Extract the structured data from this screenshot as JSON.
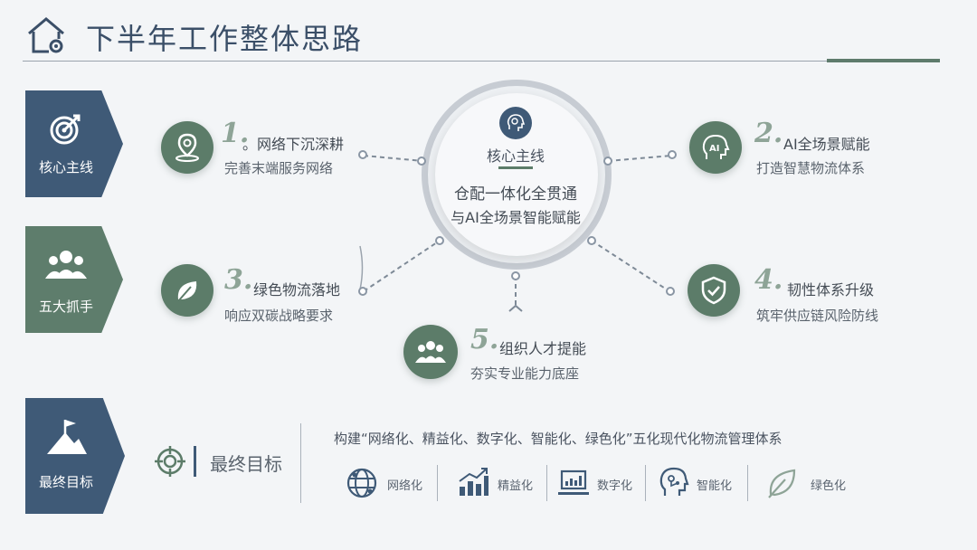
{
  "header": {
    "title": "下半年工作整体思路"
  },
  "sidebar": {
    "tabs": [
      {
        "label": "核心主线",
        "color": "#3f5a77"
      },
      {
        "label": "五大抓手",
        "color": "#5e7d6c"
      },
      {
        "label": "最终目标",
        "color": "#3f5a77"
      }
    ]
  },
  "center": {
    "title": "核心主线",
    "line1": "仓配一体化全贯通",
    "line2": "与AI全场景智能赋能"
  },
  "items": [
    {
      "num": "1.",
      "title": "。网络下沉深耕",
      "sub": "完善末端服务网络",
      "icon": "location-pin-icon"
    },
    {
      "num": "2.",
      "title": "AI全场景赋能",
      "sub": "打造智慧物流体系",
      "icon": "ai-head-icon"
    },
    {
      "num": "3.",
      "title": "绿色物流落地",
      "sub": "响应双碳战略要求",
      "icon": "leaf-icon"
    },
    {
      "num": "4.",
      "title": "韧性体系升级",
      "sub": "筑牢供应链风险防线",
      "icon": "shield-check-icon"
    },
    {
      "num": "5.",
      "title": "组织人才提能",
      "sub": "夯实专业能力底座",
      "icon": "team-icon"
    }
  ],
  "goal": {
    "label": "最终目标",
    "statement": "构建“网络化、精益化、数字化、智能化、绿色化”五化现代化物流管理体系",
    "pillars": [
      {
        "label": "网络化",
        "icon": "globe-network-icon"
      },
      {
        "label": "精益化",
        "icon": "bar-chart-icon"
      },
      {
        "label": "数字化",
        "icon": "laptop-chart-icon"
      },
      {
        "label": "智能化",
        "icon": "brain-head-icon"
      },
      {
        "label": "绿色化",
        "icon": "leaf-outline-icon"
      }
    ]
  },
  "colors": {
    "navy": "#3f5a77",
    "green": "#5e7d6c",
    "accent": "#5c7c69"
  }
}
